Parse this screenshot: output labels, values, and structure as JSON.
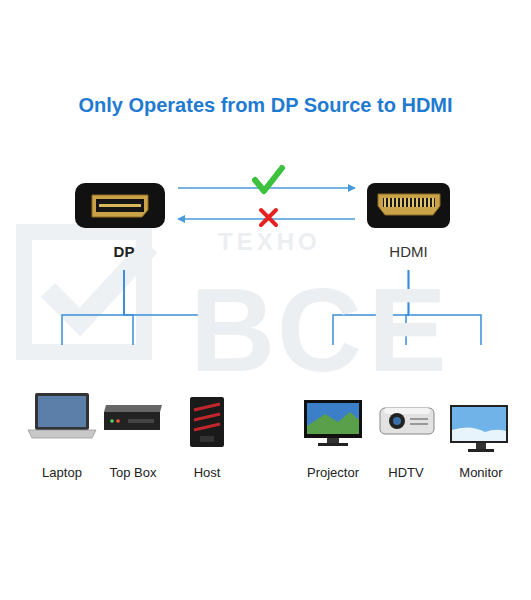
{
  "diagram": {
    "title": "Only Operates from DP Source to HDMI",
    "nodes": [
      {
        "text": [
          "DP"
        ]
      },
      {
        "text": [
          "HDMI"
        ]
      },
      {
        "text": [
          "Laptop"
        ]
      },
      {
        "text": [
          "Top Box"
        ]
      },
      {
        "text": [
          "Host"
        ]
      },
      {
        "text": [
          "Projector"
        ]
      },
      {
        "text": [
          "HDTV"
        ]
      },
      {
        "text": [
          "Monitor"
        ]
      }
    ],
    "edges": [
      {
        "from": 0,
        "to": 1,
        "arrow": "to"
      },
      {
        "from": 1,
        "to": 0,
        "arrow": "to"
      },
      {
        "from": 0,
        "to": 2,
        "arrow": "none"
      },
      {
        "from": 0,
        "to": 3,
        "arrow": "none"
      },
      {
        "from": 0,
        "to": 4,
        "arrow": "none"
      },
      {
        "from": 1,
        "to": 5,
        "arrow": "none"
      },
      {
        "from": 1,
        "to": 6,
        "arrow": "none"
      },
      {
        "from": 1,
        "to": 7,
        "arrow": "none"
      }
    ],
    "labels": [
      "ТЕХНО",
      "ВСЕ"
    ]
  }
}
